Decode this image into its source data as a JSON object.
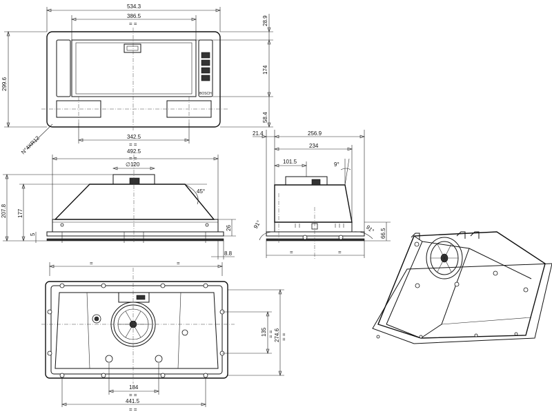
{
  "drawing": {
    "title": "",
    "top_view": {
      "overall_width": "534.3",
      "inner_width": "386.5",
      "overall_depth": "299.6",
      "front_offset": "28.9",
      "inner_depth": "174",
      "rear_offset": "58.4",
      "slot_spacing": "342.5",
      "mount_holes": "N°4XR12",
      "equal_mark": "= ="
    },
    "front_view": {
      "width": "492.5",
      "duct_diameter": "∅120",
      "total_height": "207.8",
      "body_height": "177",
      "angle": "45°",
      "flange_height": "26",
      "lip": "5",
      "side_offset": "8.8",
      "equal_mark": "= ="
    },
    "side_view": {
      "offset": "21.4",
      "overall_depth": "256.9",
      "body_depth": "234",
      "duct_offset": "101.5",
      "angle_top": "9°",
      "angle_left": "91°",
      "angle_right": "91°",
      "height": "66.5",
      "equal_mark": "="
    },
    "bottom_view": {
      "spacing_left": "=",
      "spacing_right": "=",
      "height_inner": "135",
      "height_outer": "274.6",
      "hole_spacing": "184",
      "inner_width": "441.5",
      "equal_mark": "= ="
    }
  }
}
